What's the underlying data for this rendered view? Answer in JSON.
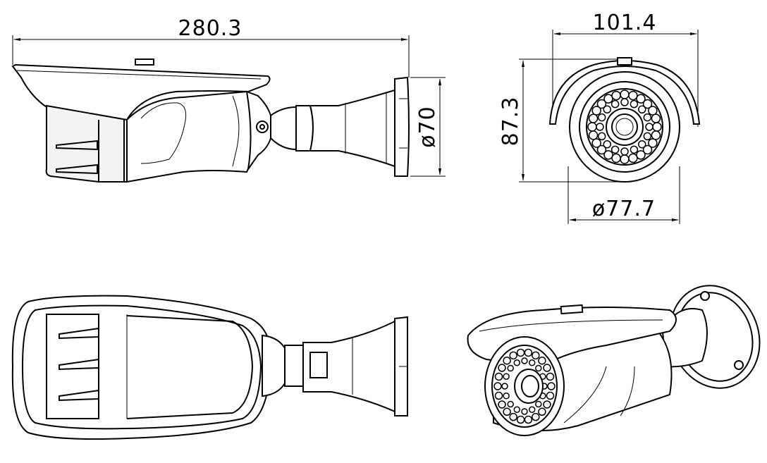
{
  "dimensions": {
    "overall_length": "280.3",
    "mount_diameter": "ø70",
    "hood_width": "101.4",
    "height": "87.3",
    "body_diameter": "ø77.7"
  },
  "views": {
    "side": "side-view",
    "front": "front-view",
    "top": "top-view",
    "perspective": "perspective-view"
  },
  "colors": {
    "line": "#000000",
    "background": "#ffffff"
  }
}
